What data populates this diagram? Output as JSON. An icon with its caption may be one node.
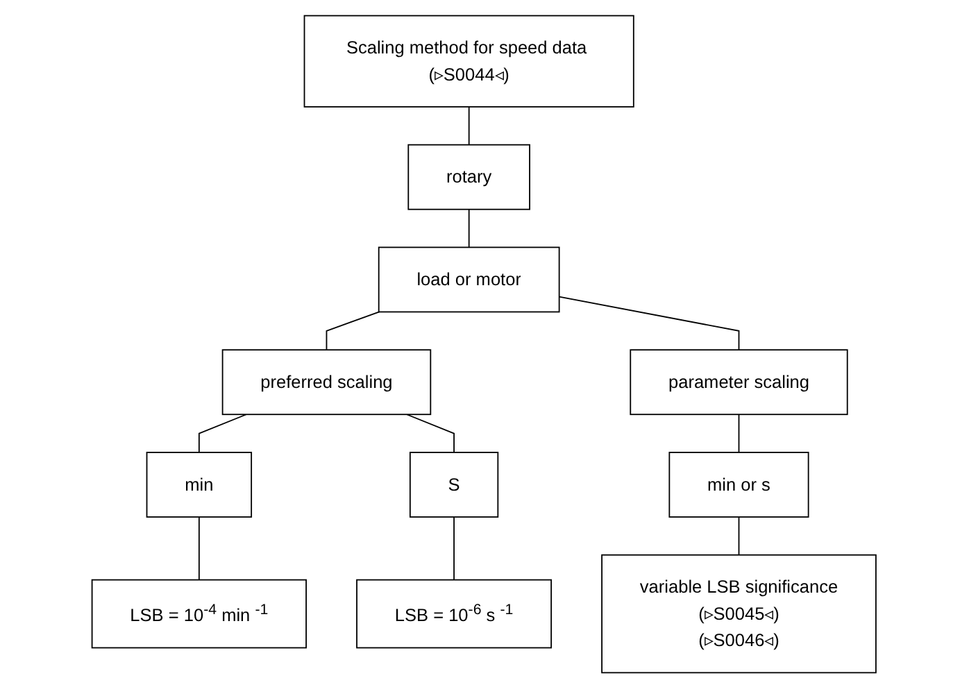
{
  "diagram": {
    "nodes": [
      {
        "text": [
          "Scaling method for speed data (▹S0044◃)"
        ]
      },
      {
        "text": [
          "rotary"
        ]
      },
      {
        "text": [
          "load or motor"
        ]
      },
      {
        "text": [
          "preferred scaling"
        ]
      },
      {
        "text": [
          "parameter scaling"
        ]
      },
      {
        "text": [
          "min"
        ]
      },
      {
        "text": [
          "S"
        ]
      },
      {
        "text": [
          "min or s"
        ]
      },
      {
        "text": [
          "LSB = 10$^{-4}$ min $^{-1}$"
        ]
      },
      {
        "text": [
          "LSB = 10$^{-6}$ s $^{-1}$"
        ]
      },
      {
        "text": [
          "variable LSB significance",
          "(▹S0045◃)",
          "(▹S0046◃)"
        ]
      }
    ],
    "edges": [
      {
        "from": 0,
        "to": 1,
        "arrow": "none"
      },
      {
        "from": 1,
        "to": 2,
        "arrow": "none"
      },
      {
        "from": 2,
        "to": 3,
        "arrow": "none"
      },
      {
        "from": 2,
        "to": 4,
        "arrow": "none"
      },
      {
        "from": 3,
        "to": 5,
        "arrow": "none"
      },
      {
        "from": 3,
        "to": 6,
        "arrow": "none"
      },
      {
        "from": 4,
        "to": 7,
        "arrow": "none"
      },
      {
        "from": 5,
        "to": 8,
        "arrow": "none"
      },
      {
        "from": 6,
        "to": 9,
        "arrow": "none"
      },
      {
        "from": 7,
        "to": 10,
        "arrow": "none"
      }
    ]
  }
}
